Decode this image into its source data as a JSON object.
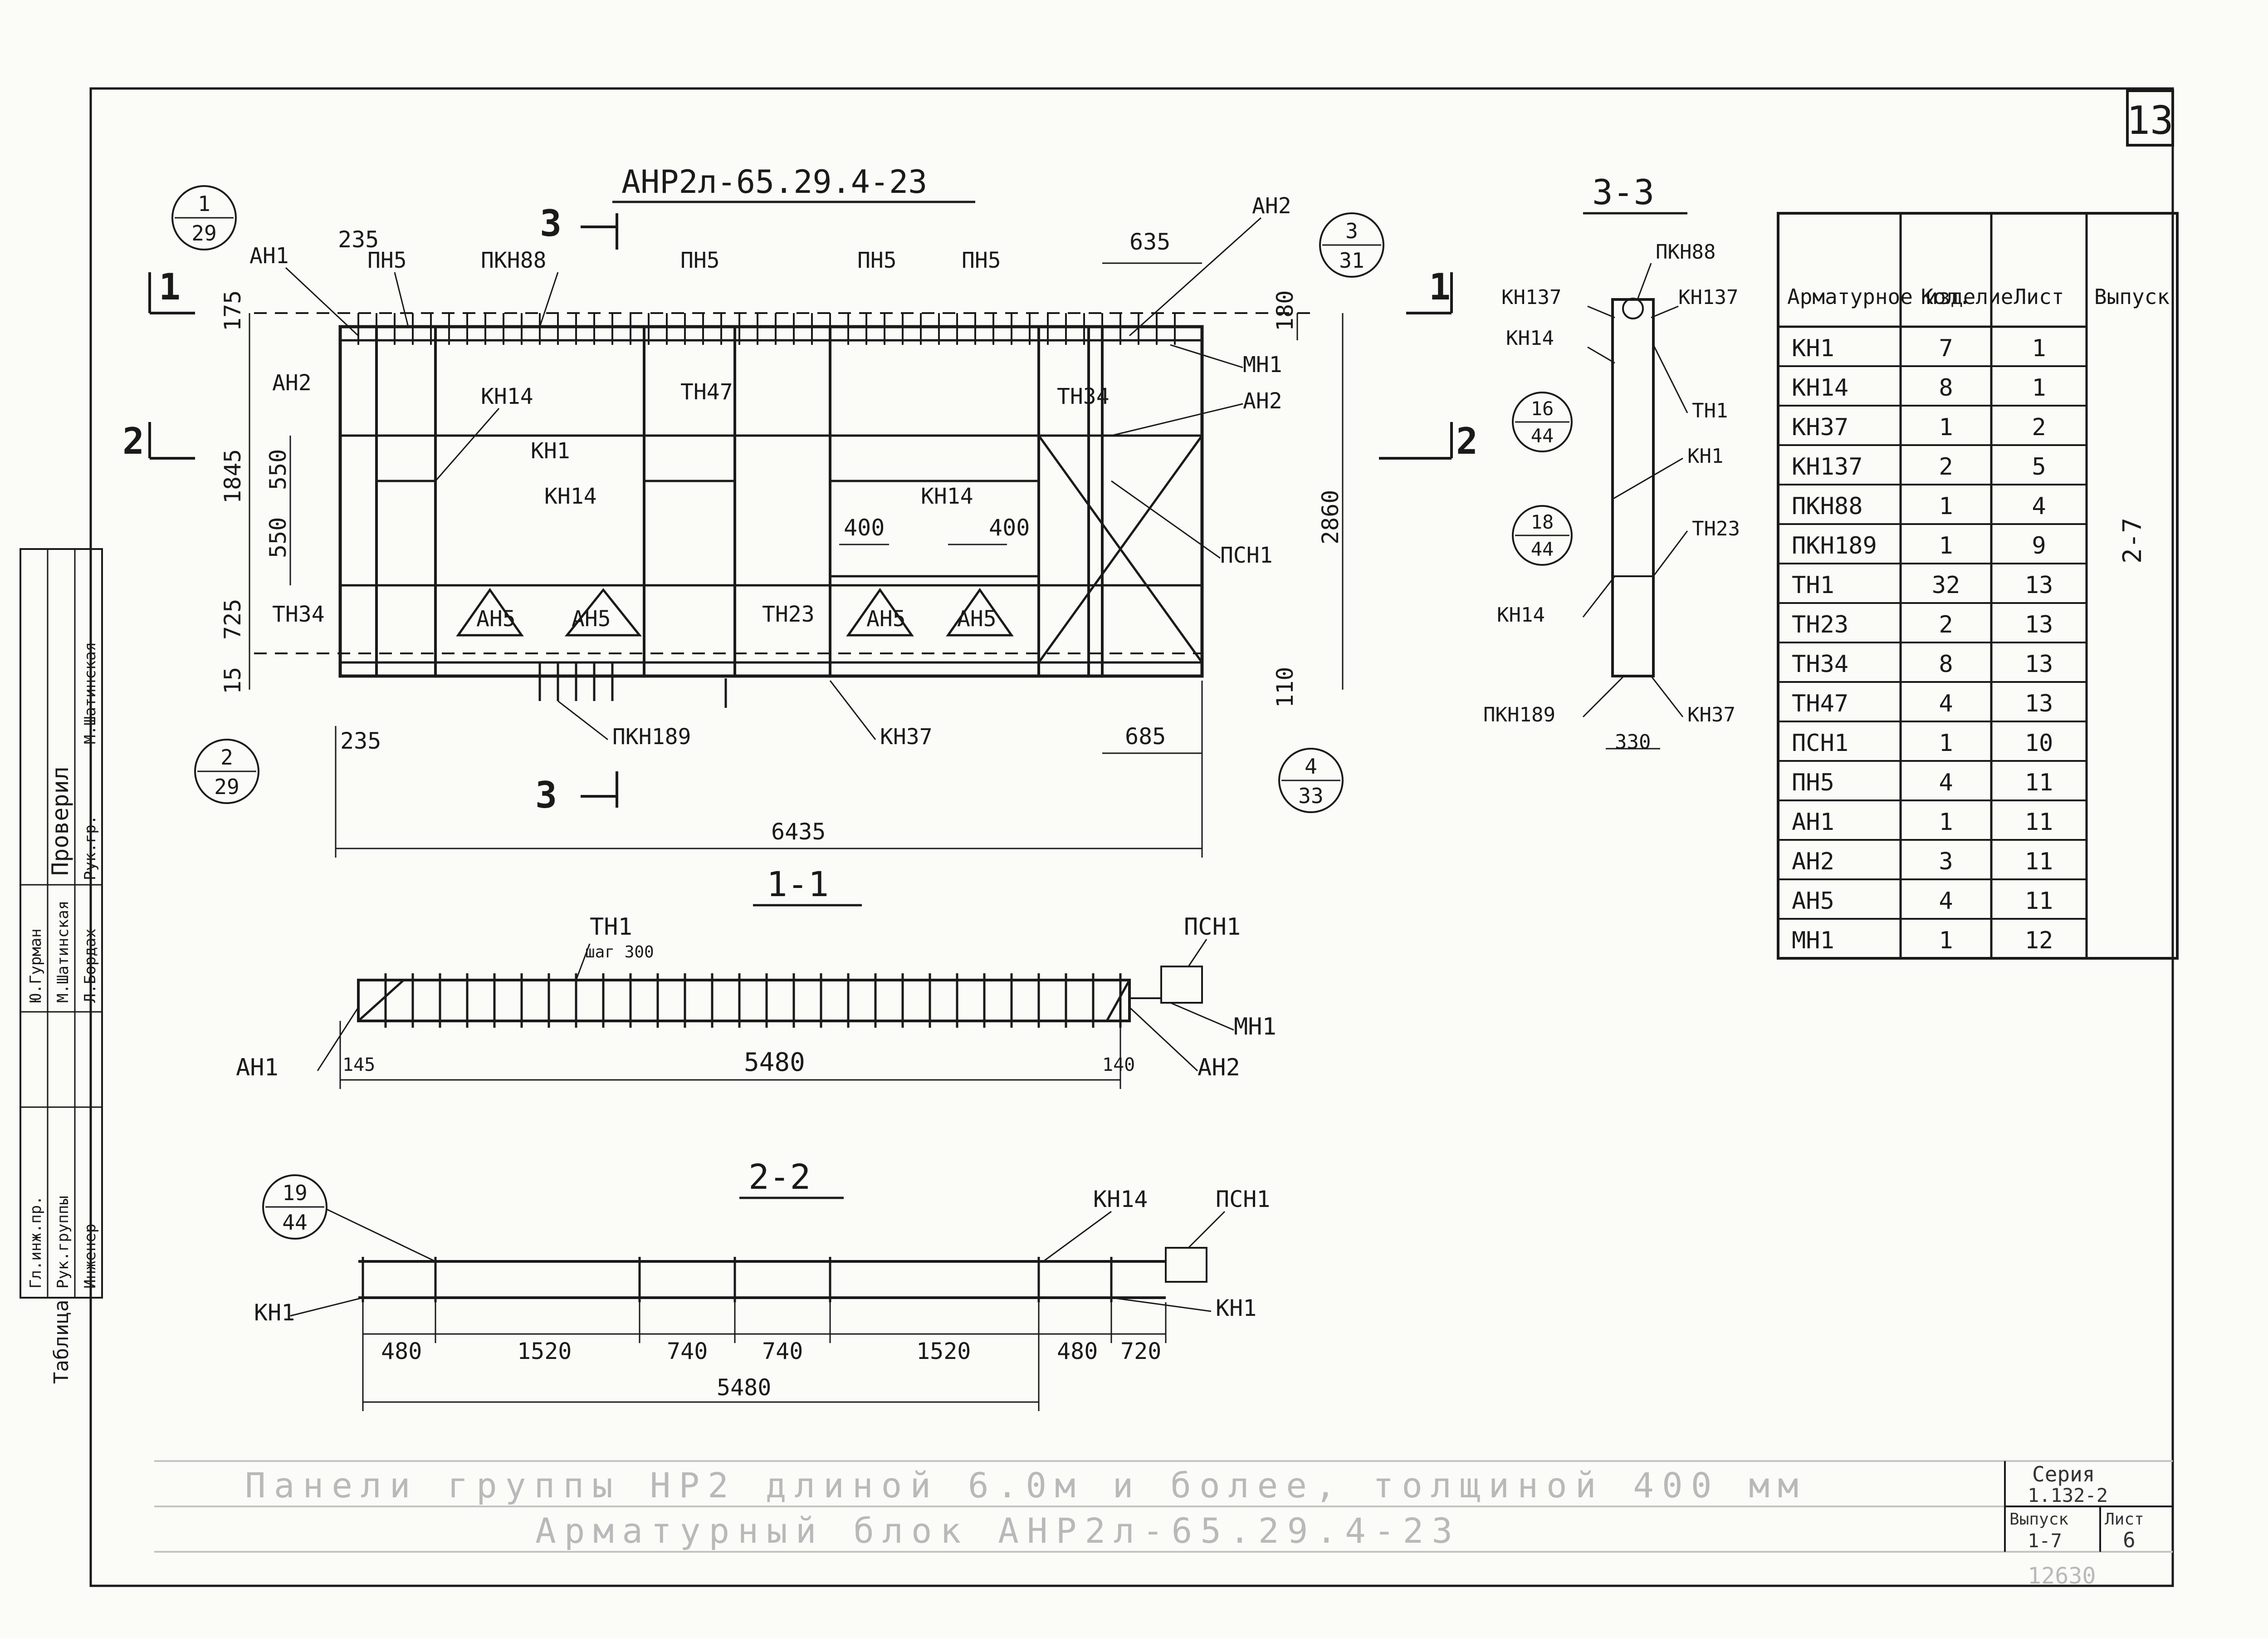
{
  "sheet_no": "13",
  "drawing_title": "АНР2л-65.29.4-23",
  "cut_marks": {
    "c1": "1",
    "c2": "2",
    "c3": "3"
  },
  "elevation": {
    "labels": {
      "an1": "АН1",
      "pn5": "ПН5",
      "pkn88": "ПКН88",
      "an2": "АН2",
      "kn14": "КН14",
      "kn1": "КН1",
      "tn47": "ТН47",
      "tn34": "ТН34",
      "tn23": "ТН23",
      "an5": "АН5",
      "psn1": "ПСН1",
      "mn1": "МН1",
      "pkn189": "ПКН189",
      "kn37": "КН37"
    },
    "dims": {
      "d235": "235",
      "d635": "635",
      "d175": "175",
      "d180": "180",
      "d1845": "1845",
      "d550": "550",
      "d725": "725",
      "d15": "15",
      "d2860": "2860",
      "d400": "400",
      "d110": "110",
      "d685": "685",
      "d6435": "6435"
    },
    "callouts": [
      {
        "top": "1",
        "bottom": "29"
      },
      {
        "top": "3",
        "bottom": "31"
      },
      {
        "top": "2",
        "bottom": "29"
      },
      {
        "top": "4",
        "bottom": "33"
      }
    ]
  },
  "section_11": {
    "title": "1-1",
    "tn1": "ТН1",
    "step": "шаг 300",
    "psn1": "ПСН1",
    "mn1": "МН1",
    "an1": "АН1",
    "an2": "АН2",
    "d145": "145",
    "d5480": "5480",
    "d140": "140"
  },
  "section_22": {
    "title": "2-2",
    "kn14": "КН14",
    "psn1": "ПСН1",
    "kn1": "КН1",
    "callout": {
      "top": "19",
      "bottom": "44"
    },
    "dims": [
      "480",
      "1520",
      "740",
      "740",
      "1520",
      "480",
      "720"
    ],
    "total": "5480"
  },
  "section_33": {
    "title": "3-3",
    "pkn88": "ПКН88",
    "kn137": "КН137",
    "kn14": "КН14",
    "tn1": "ТН1",
    "kn1": "КН1",
    "tn23": "ТН23",
    "pkn189": "ПКН189",
    "kn37": "КН37",
    "d330": "330",
    "callouts": [
      {
        "top": "16",
        "bottom": "44"
      },
      {
        "top": "18",
        "bottom": "44"
      }
    ]
  },
  "schedule": {
    "headers": [
      "Арматурное изделие",
      "Кол.",
      "Лист",
      "Выпуск"
    ],
    "rows": [
      [
        "КН1",
        "7",
        "1"
      ],
      [
        "КН14",
        "8",
        "1"
      ],
      [
        "КН37",
        "1",
        "2"
      ],
      [
        "КН137",
        "2",
        "5"
      ],
      [
        "ПКН88",
        "1",
        "4"
      ],
      [
        "ПКН189",
        "1",
        "9"
      ],
      [
        "ТН1",
        "32",
        "13"
      ],
      [
        "ТН23",
        "2",
        "13"
      ],
      [
        "ТН34",
        "8",
        "13"
      ],
      [
        "ТН47",
        "4",
        "13"
      ],
      [
        "ПСН1",
        "1",
        "10"
      ],
      [
        "ПН5",
        "4",
        "11"
      ],
      [
        "АН1",
        "1",
        "11"
      ],
      [
        "АН2",
        "3",
        "11"
      ],
      [
        "АН5",
        "4",
        "11"
      ],
      [
        "МН1",
        "1",
        "12"
      ]
    ],
    "vypusk": "2-7"
  },
  "signatures": {
    "roles": [
      "Гл.инж.пр.",
      "Рук.группы",
      "Инженер"
    ],
    "names": [
      "Ю.Гурман",
      "М.Шатинская",
      "Л.Бордах"
    ],
    "checked_label": "Проверил",
    "checked_role": "Рук.гр.",
    "checked_name": "М.Шатинская",
    "left_label": "Таблица"
  },
  "title_block": {
    "line1": "Панели группы НР2 длиной 6.0м и более, толщиной 400 мм",
    "line2": "Арматурный блок АНР2л-65.29.4-23",
    "seria_label": "Серия",
    "seria": "1.132-2",
    "vypusk_label": "Выпуск",
    "vypusk": "1-7",
    "list_label": "Лист",
    "list": "6",
    "archive_no": "12630"
  }
}
